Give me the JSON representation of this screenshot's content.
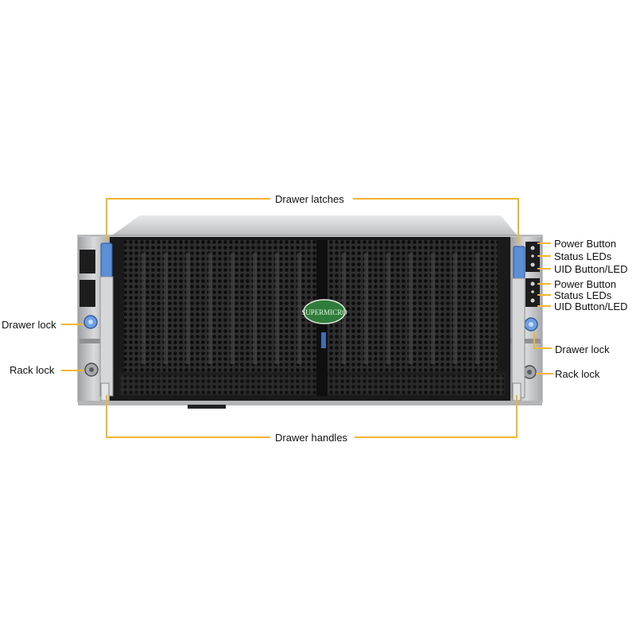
{
  "brand_logo": "SUPERMICRO",
  "labels": {
    "drawer_latches": "Drawer latches",
    "drawer_handles": "Drawer handles",
    "left_drawer_lock": "Drawer lock",
    "left_rack_lock": "Rack lock",
    "right_drawer_lock": "Drawer lock",
    "right_rack_lock": "Rack lock",
    "front_panel_1": [
      "Power Button",
      "Status LEDs",
      "UID Button/LED"
    ],
    "front_panel_2": [
      "Power Button",
      "Status LEDs",
      "UID Button/LED"
    ]
  },
  "colors": {
    "callout_line": "#f2b531",
    "latch_blue": "#5b8fd6",
    "chassis": "#c9cbcd",
    "mesh": "#141414"
  }
}
